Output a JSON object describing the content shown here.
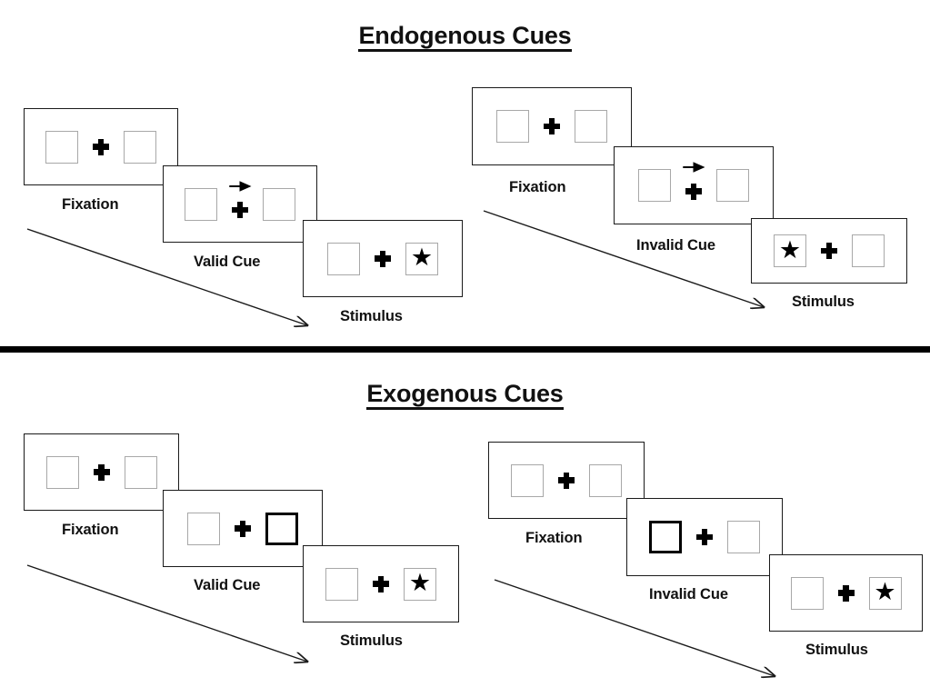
{
  "figure": {
    "background": "#ffffff",
    "line_color": "#1a1a1a",
    "slot_border_color": "#a8a8a8",
    "cued_border_color": "#000000",
    "accent": "#000000"
  },
  "sections": [
    {
      "id": "endogenous",
      "title": "Endogenous Cues",
      "streams": [
        {
          "id": "endogenous-valid",
          "panels": [
            {
              "stage_label": "Fixation",
              "cue": "none",
              "left_content": "empty",
              "right_content": "empty"
            },
            {
              "stage_label": "Valid Cue",
              "cue": "arrow-right",
              "left_content": "empty",
              "right_content": "empty"
            },
            {
              "stage_label": "Stimulus",
              "cue": "none",
              "left_content": "empty",
              "right_content": "star"
            }
          ]
        },
        {
          "id": "endogenous-invalid",
          "panels": [
            {
              "stage_label": "Fixation",
              "cue": "none",
              "left_content": "empty",
              "right_content": "empty"
            },
            {
              "stage_label": "Invalid Cue",
              "cue": "arrow-right",
              "left_content": "empty",
              "right_content": "empty"
            },
            {
              "stage_label": "Stimulus",
              "cue": "none",
              "left_content": "star",
              "right_content": "empty"
            }
          ]
        }
      ]
    },
    {
      "id": "exogenous",
      "title": "Exogenous Cues",
      "streams": [
        {
          "id": "exogenous-valid",
          "panels": [
            {
              "stage_label": "Fixation",
              "cue": "none",
              "left_content": "empty",
              "right_content": "empty"
            },
            {
              "stage_label": "Valid Cue",
              "cue": "box-flash-right",
              "left_content": "empty",
              "right_content": "empty"
            },
            {
              "stage_label": "Stimulus",
              "cue": "none",
              "left_content": "empty",
              "right_content": "star"
            }
          ]
        },
        {
          "id": "exogenous-invalid",
          "panels": [
            {
              "stage_label": "Fixation",
              "cue": "none",
              "left_content": "empty",
              "right_content": "empty"
            },
            {
              "stage_label": "Invalid Cue",
              "cue": "box-flash-left",
              "left_content": "empty",
              "right_content": "empty"
            },
            {
              "stage_label": "Stimulus",
              "cue": "none",
              "left_content": "empty",
              "right_content": "star"
            }
          ]
        }
      ]
    }
  ],
  "glyphs": {
    "star": "★",
    "fixation_cross": "fixation-cross-icon",
    "arrow_cue": "arrow-right-icon",
    "time_arrow": "time-flow-arrow-icon"
  }
}
